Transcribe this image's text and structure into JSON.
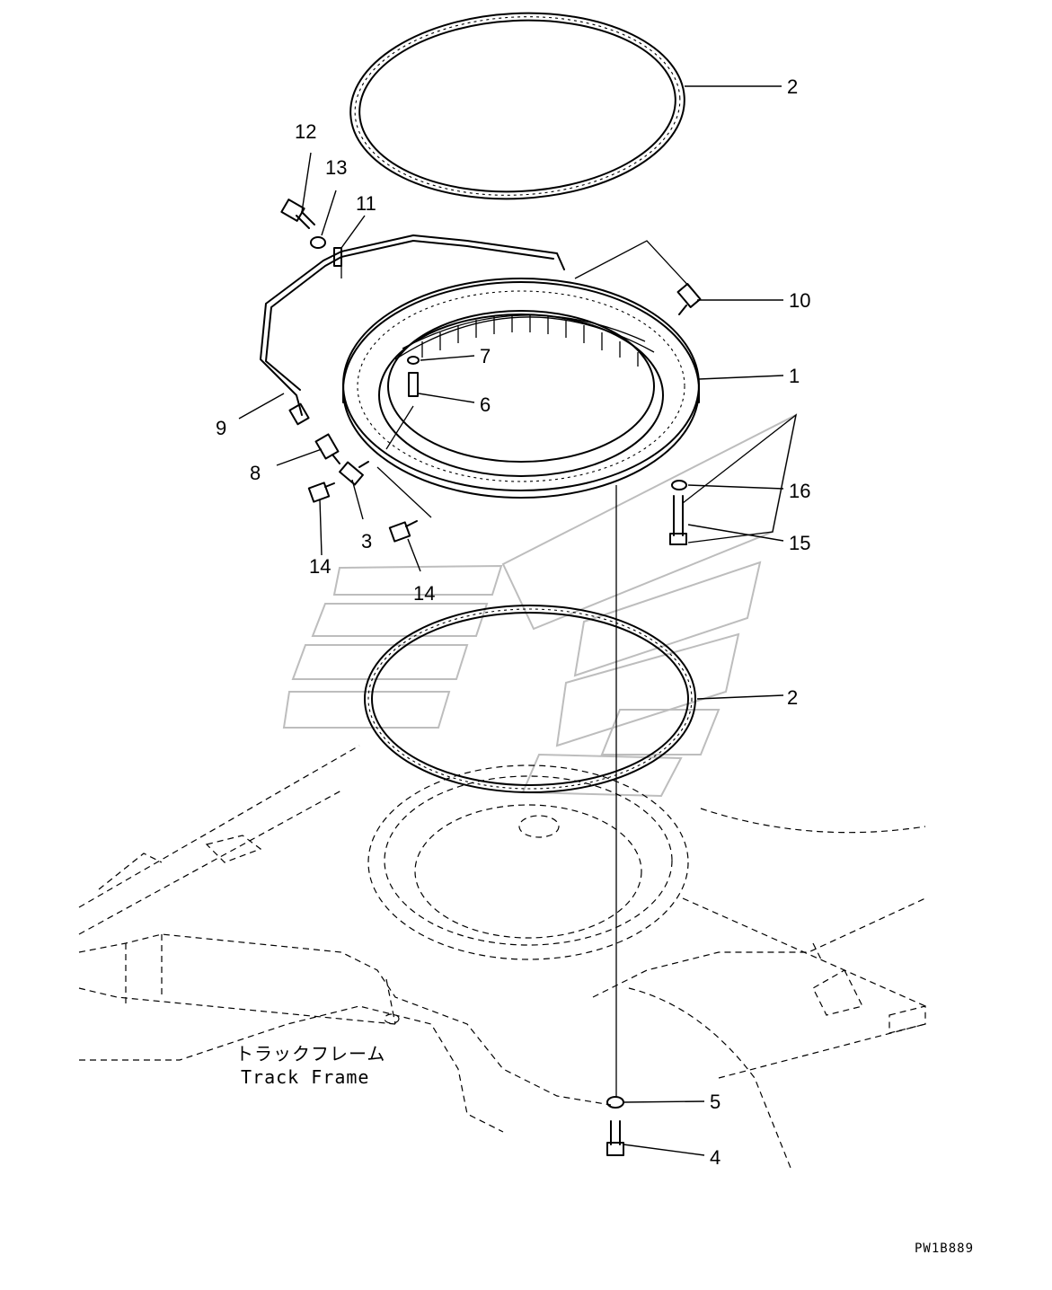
{
  "callouts": [
    {
      "id": "c2a",
      "label": "2"
    },
    {
      "id": "c12",
      "label": "12"
    },
    {
      "id": "c13",
      "label": "13"
    },
    {
      "id": "c11",
      "label": "11"
    },
    {
      "id": "c10",
      "label": "10"
    },
    {
      "id": "c7",
      "label": "7"
    },
    {
      "id": "c1",
      "label": "1"
    },
    {
      "id": "c6",
      "label": "6"
    },
    {
      "id": "c9",
      "label": "9"
    },
    {
      "id": "c8",
      "label": "8"
    },
    {
      "id": "c16",
      "label": "16"
    },
    {
      "id": "c15",
      "label": "15"
    },
    {
      "id": "c3",
      "label": "3"
    },
    {
      "id": "c14a",
      "label": "14"
    },
    {
      "id": "c14b",
      "label": "14"
    },
    {
      "id": "c2b",
      "label": "2"
    },
    {
      "id": "c5",
      "label": "5"
    },
    {
      "id": "c4",
      "label": "4"
    }
  ],
  "frame_label": {
    "japanese": "トラックフレーム",
    "english": "Track Frame"
  },
  "drawing_code": "PW1B889"
}
